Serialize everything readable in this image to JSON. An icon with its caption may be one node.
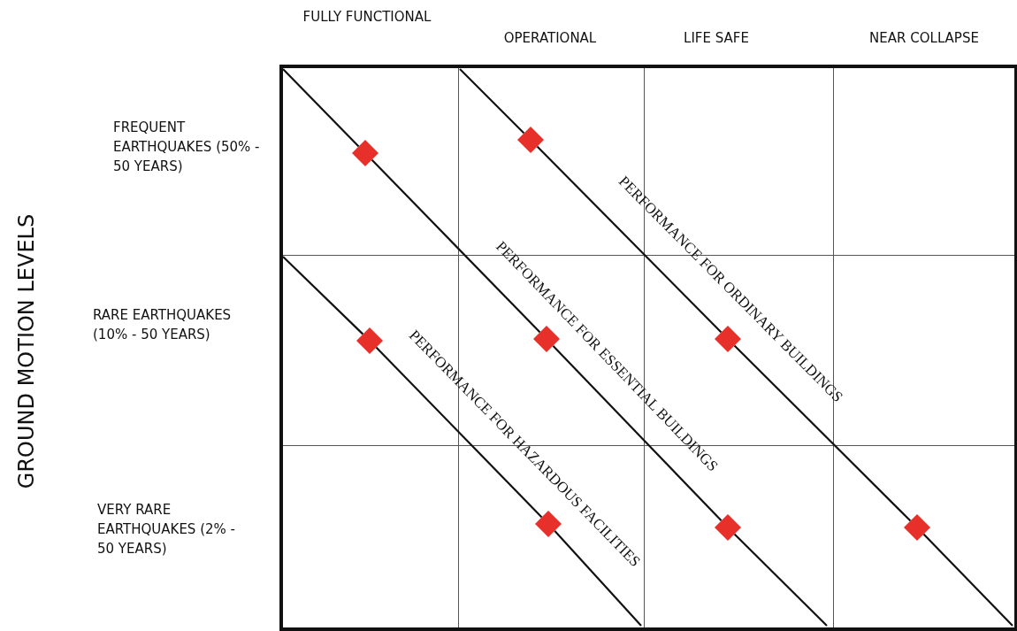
{
  "diagram": {
    "nodes": [
      {
        "text": [],
        "shape": "diamond"
      },
      {
        "text": [],
        "shape": "diamond"
      },
      {
        "text": [],
        "shape": "diamond"
      },
      {
        "text": [],
        "shape": "diamond"
      },
      {
        "text": [],
        "shape": "diamond"
      },
      {
        "text": [],
        "shape": "diamond"
      },
      {
        "text": [],
        "shape": "diamond"
      },
      {
        "text": [],
        "shape": "diamond"
      }
    ],
    "edges": [
      {
        "from": 0,
        "to": 3,
        "arrow": "none"
      },
      {
        "from": 3,
        "to": 6,
        "arrow": "none",
        "label": "PERFORMANCE FOR ESSENTIAL BUILDINGS"
      },
      {
        "from": 1,
        "to": 4,
        "arrow": "none",
        "label": "PERFORMANCE FOR ORDINARY BUILDINGS"
      },
      {
        "from": 4,
        "to": 7,
        "arrow": "none"
      },
      {
        "from": 2,
        "to": 5,
        "arrow": "none",
        "label": "PERFORMANCE FOR HAZARDOUS FACILITIES"
      },
      {
        "from": null,
        "to": 0,
        "arrow": "none"
      },
      {
        "from": 6,
        "to": null,
        "arrow": "none"
      },
      {
        "from": null,
        "to": 1,
        "arrow": "none"
      },
      {
        "from": 7,
        "to": null,
        "arrow": "none"
      },
      {
        "from": null,
        "to": 2,
        "arrow": "none"
      },
      {
        "from": 5,
        "to": null,
        "arrow": "none"
      }
    ],
    "labels": [
      "FULLY FUNCTIONAL",
      "OPERATIONAL",
      "LIFE SAFE",
      "NEAR COLLAPSE",
      "GROUND MOTION LEVELS",
      "FREQUENT EARTHQUAKES (50% - 50 YEARS)",
      "RARE EARTHQUAKES (10% - 50 YEARS)",
      "VERY RARE EARTHQUAKES (2% - 50 YEARS)"
    ]
  }
}
